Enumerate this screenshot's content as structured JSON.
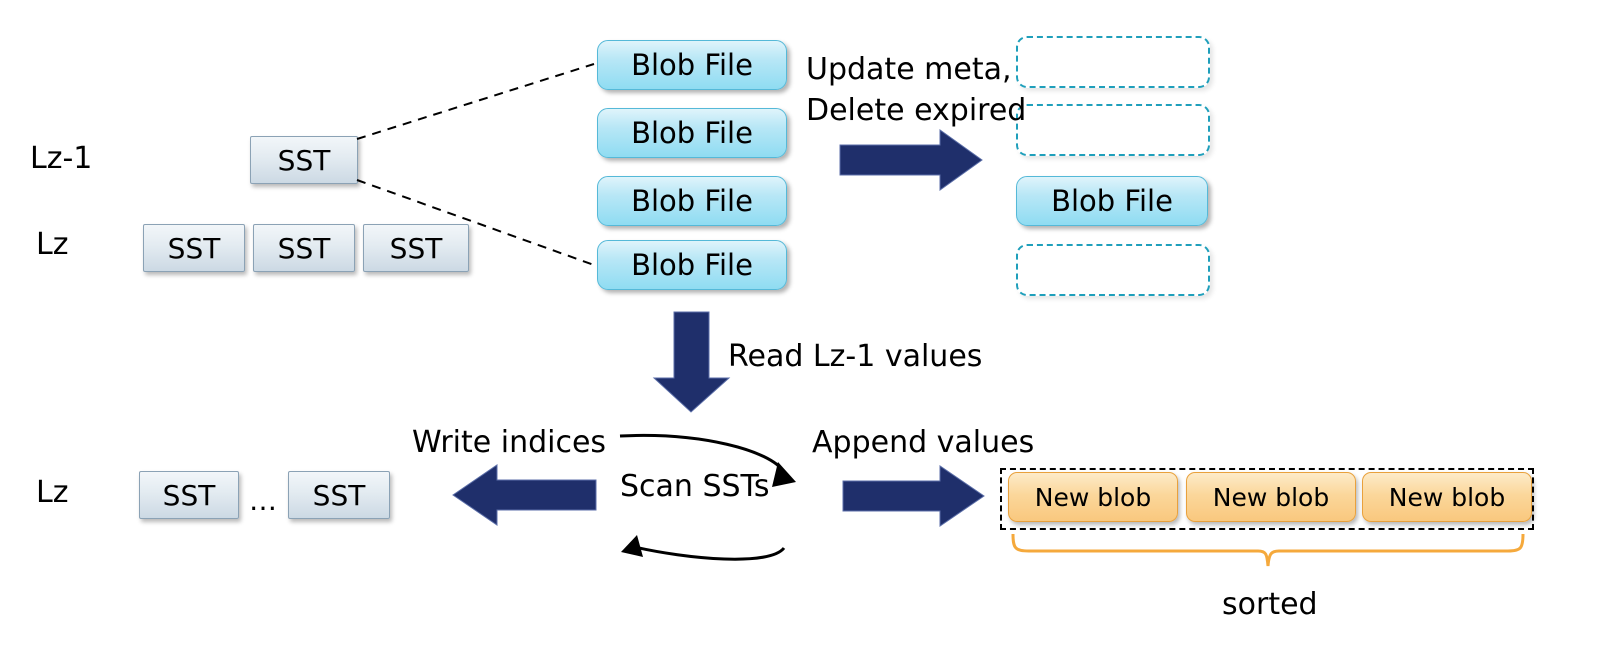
{
  "diagram": {
    "title": "LSM-tree blob garbage collection and compaction flow",
    "colors": {
      "arrow_navy": "#1F2F6B",
      "blob_cyan": "#8FDCF2",
      "slot_teal": "#1F9FBB",
      "new_blob_orange": "#F9C87E",
      "brace_orange": "#F5A93C",
      "sst_grey": "#CCD9E4"
    },
    "level_labels": {
      "upper": "Lz-1",
      "middle": "Lz",
      "lower": "Lz"
    },
    "upper_sst": {
      "label": "SST"
    },
    "middle_ssts": [
      {
        "label": "SST"
      },
      {
        "label": "SST"
      },
      {
        "label": "SST"
      }
    ],
    "blob_files": [
      {
        "label": "Blob File"
      },
      {
        "label": "Blob File"
      },
      {
        "label": "Blob File"
      },
      {
        "label": "Blob File"
      }
    ],
    "compacted_slots": [
      {
        "label": "",
        "kind": "empty"
      },
      {
        "label": "",
        "kind": "empty"
      },
      {
        "label": "Blob File",
        "kind": "blob"
      },
      {
        "label": "",
        "kind": "empty"
      }
    ],
    "lower_ssts": [
      {
        "label": "SST"
      },
      {
        "label": "SST"
      }
    ],
    "ellipsis": "…",
    "new_blobs": [
      {
        "label": "New blob"
      },
      {
        "label": "New blob"
      },
      {
        "label": "New blob"
      }
    ],
    "annotations": {
      "update_meta_line1": "Update meta,",
      "update_meta_line2": "Delete expired",
      "read_values": "Read Lz-1 values",
      "write_indices": "Write indices",
      "scan_ssts": "Scan SSTs",
      "append_values": "Append values",
      "sorted": "sorted"
    }
  }
}
